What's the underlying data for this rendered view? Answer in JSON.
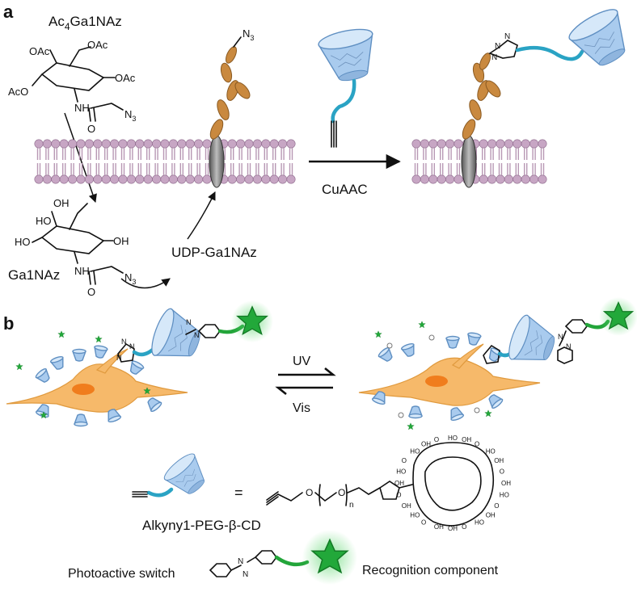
{
  "panels": {
    "a": {
      "label": "a"
    },
    "b": {
      "label": "b"
    }
  },
  "panel_a": {
    "reagent_name_prefix": "Ac",
    "reagent_name_sub": "4",
    "reagent_name_suffix": "Ga1NAz",
    "oac_labels": [
      "OAc",
      "OAc",
      "OAc",
      "AcO"
    ],
    "nh_label": "NH",
    "o_label": "O",
    "n3_main": "N",
    "n3_sub": "3",
    "oh_labels": [
      "OH",
      "HO",
      "OH",
      "HO"
    ],
    "deacetyl_name": "Ga1NAz",
    "udp_label": "UDP-Ga1NAz",
    "reaction_label": "CuAAC",
    "triazole_n": [
      "N",
      "N",
      "N"
    ]
  },
  "panel_b": {
    "uv_label": "UV",
    "vis_label": "Vis",
    "equals": "=",
    "cd_name": "Alkyny1-PEG-β-CD",
    "peg_o": [
      "O",
      "O"
    ],
    "peg_n": "n",
    "cd_atoms": [
      "HO",
      "OH",
      "O",
      "HO",
      "OH",
      "O",
      "OH",
      "HO",
      "O",
      "OH",
      "HO",
      "O",
      "OH",
      "OH",
      "O",
      "HO",
      "OH",
      "O",
      "OH",
      "HO",
      "O",
      "HO",
      "OH",
      "O"
    ],
    "triazole_n": [
      "N",
      "N",
      "N"
    ],
    "photo_label": "Photoactive switch",
    "recog_label": "Recognition component",
    "azo_n": [
      "N",
      "N"
    ]
  },
  "colors": {
    "membrane": "#c7a6c4",
    "glycan": "#c9893f",
    "linker": "#2aa3c4",
    "star": "#22a83a",
    "cell": "#f6b96a",
    "nucleus": "#f07d1d",
    "cyclodextrin": "#a9cbee"
  },
  "icons": [
    "cyclodextrin-cone-icon",
    "green-star-icon",
    "cell-icon",
    "membrane-icon"
  ]
}
